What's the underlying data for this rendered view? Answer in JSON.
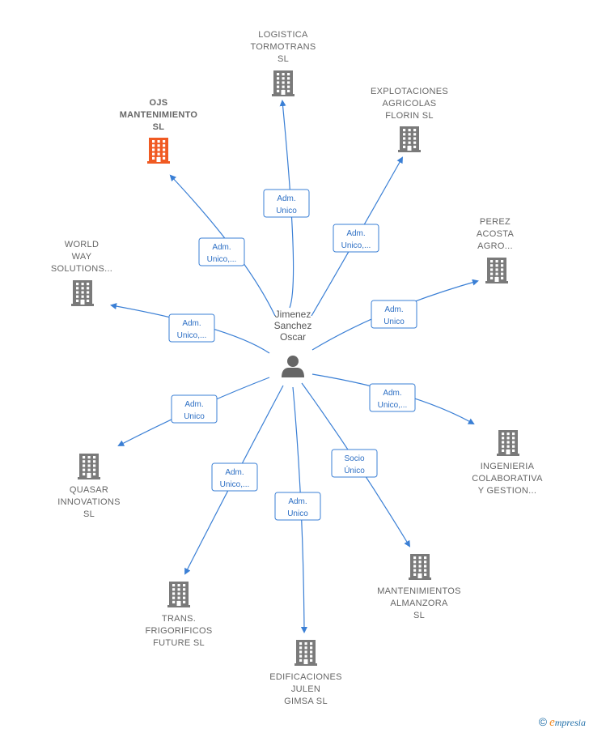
{
  "center": {
    "name_lines": [
      "Jimenez",
      "Sanchez",
      "Oscar"
    ],
    "icon": "person-icon"
  },
  "companies": [
    {
      "id": "logistica-tormotrans",
      "lines": [
        "LOGISTICA",
        "TORMOTRANS",
        "SL"
      ],
      "highlight": false
    },
    {
      "id": "explotaciones-agricolas-florin",
      "lines": [
        "EXPLOTACIONES",
        "AGRICOLAS",
        "FLORIN  SL"
      ],
      "highlight": false
    },
    {
      "id": "ojs-mantenimiento",
      "lines": [
        "OJS",
        "MANTENIMIENTO",
        "SL"
      ],
      "highlight": true
    },
    {
      "id": "perez-acosta-agro",
      "lines": [
        "PEREZ",
        "ACOSTA",
        "AGRO..."
      ],
      "highlight": false
    },
    {
      "id": "world-way-solutions",
      "lines": [
        "WORLD",
        "WAY",
        "SOLUTIONS..."
      ],
      "highlight": false
    },
    {
      "id": "ingenieria-colaborativa",
      "lines": [
        "INGENIERIA",
        "COLABORATIVA",
        "Y GESTION..."
      ],
      "highlight": false
    },
    {
      "id": "quasar-innovations",
      "lines": [
        "QUASAR",
        "INNOVATIONS",
        "SL"
      ],
      "highlight": false
    },
    {
      "id": "mantenimientos-almanzora",
      "lines": [
        "MANTENIMIENTOS",
        "ALMANZORA",
        "SL"
      ],
      "highlight": false
    },
    {
      "id": "trans-frigorificos-future",
      "lines": [
        "TRANS.",
        "FRIGORIFICOS",
        "FUTURE  SL"
      ],
      "highlight": false
    },
    {
      "id": "edificaciones-julen-gimsa",
      "lines": [
        "EDIFICACIONES",
        "JULEN",
        "GIMSA SL"
      ],
      "highlight": false
    }
  ],
  "relations": [
    {
      "target": "logistica-tormotrans",
      "lines": [
        "Adm.",
        "Unico"
      ]
    },
    {
      "target": "explotaciones-agricolas-florin",
      "lines": [
        "Adm.",
        "Unico,..."
      ]
    },
    {
      "target": "ojs-mantenimiento",
      "lines": [
        "Adm.",
        "Unico,..."
      ]
    },
    {
      "target": "perez-acosta-agro",
      "lines": [
        "Adm.",
        "Unico"
      ]
    },
    {
      "target": "world-way-solutions",
      "lines": [
        "Adm.",
        "Unico,..."
      ]
    },
    {
      "target": "ingenieria-colaborativa",
      "lines": [
        "Adm.",
        "Unico,..."
      ]
    },
    {
      "target": "quasar-innovations",
      "lines": [
        "Adm.",
        "Unico"
      ]
    },
    {
      "target": "mantenimientos-almanzora",
      "lines": [
        "Socio",
        "Único"
      ]
    },
    {
      "target": "trans-frigorificos-future",
      "lines": [
        "Adm.",
        "Unico,..."
      ]
    },
    {
      "target": "edificaciones-julen-gimsa",
      "lines": [
        "Adm.",
        "Unico"
      ]
    }
  ],
  "colors": {
    "edge": "#3a7fd5",
    "building": "#7a7a7a",
    "building_highlight": "#f05a22",
    "label_border": "#3a7fd5"
  },
  "footer": {
    "copyright": "©",
    "brand_first": "e",
    "brand_rest": "mpresia"
  }
}
